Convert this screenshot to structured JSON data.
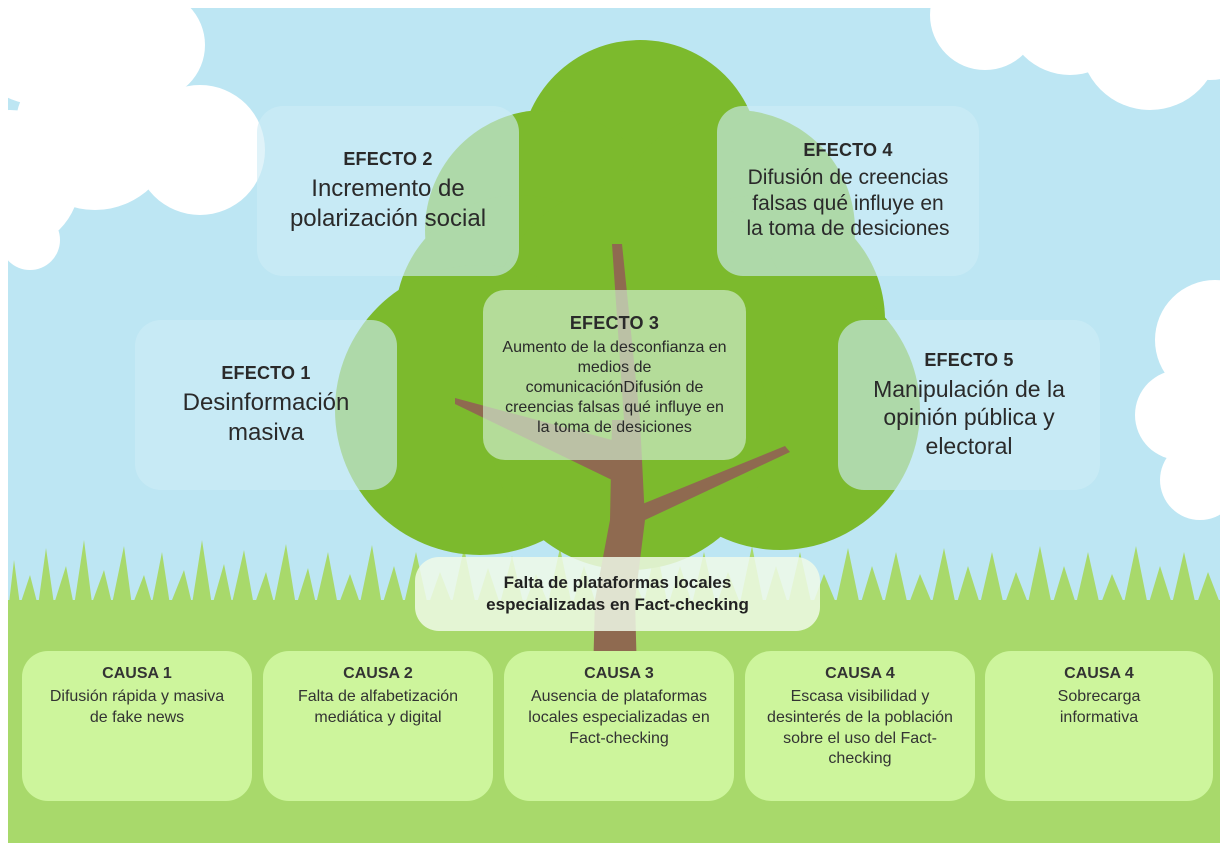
{
  "effects": [
    {
      "title": "EFECTO 2",
      "text": "Incremento de polarización social"
    },
    {
      "title": "EFECTO 4",
      "text": "Difusión de creencias falsas qué influye en la toma de desiciones"
    },
    {
      "title": "EFECTO 3",
      "text": "Aumento de la desconfianza en medios de comunicaciónDifusión de creencias falsas qué influye en la toma de desiciones"
    },
    {
      "title": "EFECTO 1",
      "text": "Desinformación masiva"
    },
    {
      "title": "EFECTO 5",
      "text": "Manipulación de la opinión pública y electoral"
    }
  ],
  "problem": {
    "text": "Falta de plataformas locales especializadas en Fact-checking"
  },
  "causes": [
    {
      "title": "CAUSA 1",
      "text": "Difusión rápida y masiva de fake news"
    },
    {
      "title": "CAUSA 2",
      "text": "Falta de alfabetización mediática y digital"
    },
    {
      "title": "CAUSA 3",
      "text": "Ausencia de plataformas locales especializadas en Fact-checking"
    },
    {
      "title": "CAUSA 4",
      "text": "Escasa visibilidad y desinterés de la población sobre el uso del Fact-checking"
    },
    {
      "title": "CAUSA 4",
      "text": "Sobrecarga informativa"
    }
  ],
  "colors": {
    "sky": "#bde6f3",
    "cloud": "#ffffff",
    "grass": "#a8d96b",
    "foliage": "#7cba2d",
    "trunk": "#8f6a50",
    "cause_box": "#cdf59c"
  }
}
